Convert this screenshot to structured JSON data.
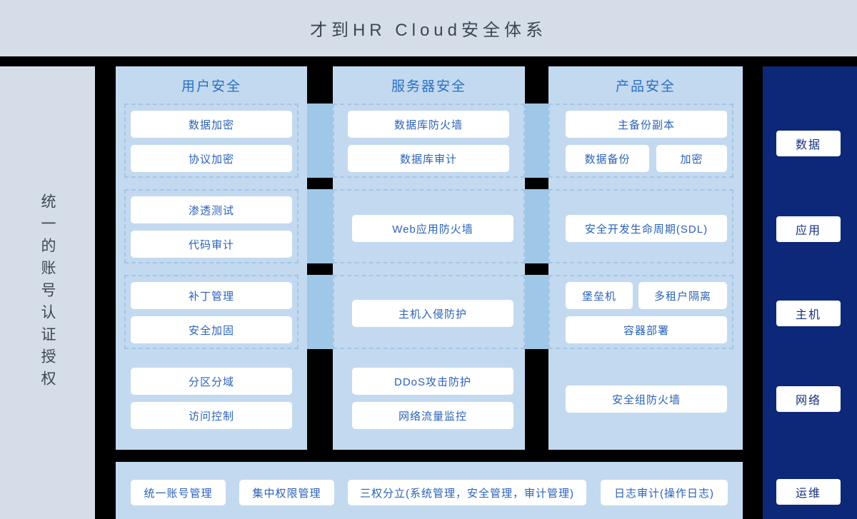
{
  "header": {
    "title": "才到HR Cloud安全体系"
  },
  "left_sidebar": {
    "label": "统一的账号认证授权"
  },
  "right_sidebar": {
    "items": [
      {
        "label": "数据"
      },
      {
        "label": "应用"
      },
      {
        "label": "主机"
      },
      {
        "label": "网络"
      },
      {
        "label": "运维"
      }
    ]
  },
  "columns": [
    {
      "title": "用户安全",
      "groups": [
        {
          "dashed": true,
          "items": [
            {
              "label": "数据加密"
            },
            {
              "label": "协议加密"
            }
          ]
        },
        {
          "dashed": true,
          "items": [
            {
              "label": "渗透测试"
            },
            {
              "label": "代码审计"
            }
          ]
        },
        {
          "dashed": true,
          "items": [
            {
              "label": "补丁管理"
            },
            {
              "label": "安全加固"
            }
          ]
        },
        {
          "dashed": false,
          "items": [
            {
              "label": "分区分域"
            },
            {
              "label": "访问控制"
            }
          ]
        }
      ]
    },
    {
      "title": "服务器安全",
      "groups": [
        {
          "dashed": true,
          "items": [
            {
              "label": "数据库防火墙"
            },
            {
              "label": "数据库审计"
            }
          ]
        },
        {
          "dashed": true,
          "items": [
            {
              "label": "Web应用防火墙"
            }
          ]
        },
        {
          "dashed": true,
          "items": [
            {
              "label": "主机入侵防护"
            }
          ]
        },
        {
          "dashed": false,
          "items": [
            {
              "label": "DDoS攻击防护"
            },
            {
              "label": "网络流量监控"
            }
          ]
        }
      ]
    },
    {
      "title": "产品安全",
      "groups": [
        {
          "dashed": true,
          "items": [
            {
              "label": "主备份副本"
            },
            {
              "label": "数据备份"
            },
            {
              "label": "加密"
            }
          ]
        },
        {
          "dashed": true,
          "items": [
            {
              "label": "安全开发生命周期(SDL)"
            }
          ]
        },
        {
          "dashed": true,
          "items": [
            {
              "label": "堡垒机"
            },
            {
              "label": "多租户隔离"
            },
            {
              "label": "容器部署"
            }
          ]
        },
        {
          "dashed": false,
          "items": [
            {
              "label": "安全组防火墙"
            }
          ]
        }
      ]
    }
  ],
  "bottom_bar": {
    "items": [
      {
        "label": "统一账号管理"
      },
      {
        "label": "集中权限管理"
      },
      {
        "label": "三权分立(系统管理，安全管理，审计管理)"
      },
      {
        "label": "日志审计(操作日志)"
      }
    ]
  },
  "colors": {
    "page_background": "#000000",
    "header_background": "#d5dee8",
    "column_background": "#c3d9ef",
    "connector_band": "#9ec7e8",
    "dashed_border": "#a3c6e6",
    "pill_background": "#ffffff",
    "pill_text": "#2a62b8",
    "column_title": "#2a6fc4",
    "sidebar_dark": "#0d2878",
    "sidebar_dark_text": "#14307f",
    "header_text": "#3d4654"
  }
}
